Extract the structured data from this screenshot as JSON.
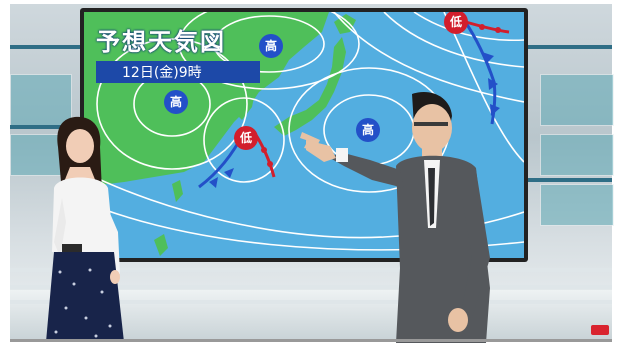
{
  "map": {
    "title": "予想天気図",
    "date": "12日(金)9時"
  },
  "pressure_systems": [
    {
      "type": "high",
      "label": "高"
    },
    {
      "type": "high",
      "label": "高"
    },
    {
      "type": "high",
      "label": "高"
    },
    {
      "type": "low",
      "label": "低"
    },
    {
      "type": "low",
      "label": "低"
    }
  ],
  "colors": {
    "sea": "#53aee0",
    "land": "#4fbf5a",
    "high": "#2350c8",
    "low": "#d21e2c",
    "title_band": "#1d49a8"
  }
}
